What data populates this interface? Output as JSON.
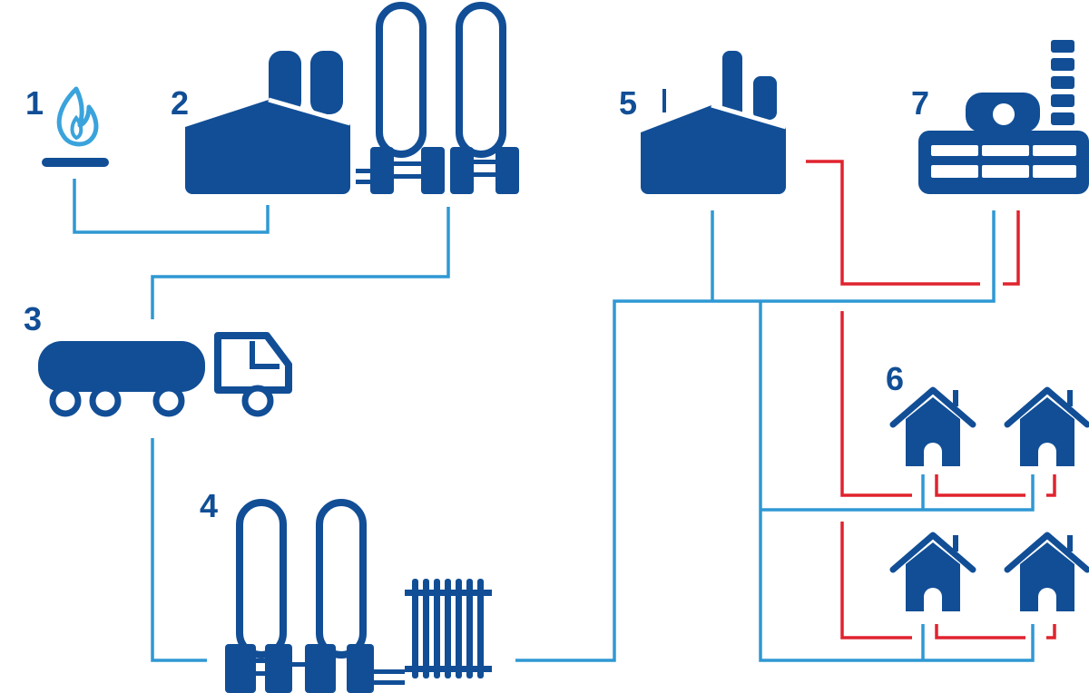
{
  "labels": {
    "n1": "1",
    "n2": "2",
    "n3": "3",
    "n4": "4",
    "n5": "5",
    "n6": "6",
    "n7": "7"
  },
  "colors": {
    "icon": "#114e96",
    "flame": "#3aa3dc",
    "supply_line": "#2f98d4",
    "return_line": "#e0232e",
    "label": "#114e96"
  },
  "icons": [
    "flame-icon",
    "gas-processing-plant-icon",
    "gas-tanker-truck-icon",
    "regasification-station-icon",
    "boiler-house-icon",
    "house-icon",
    "industrial-consumer-icon"
  ]
}
